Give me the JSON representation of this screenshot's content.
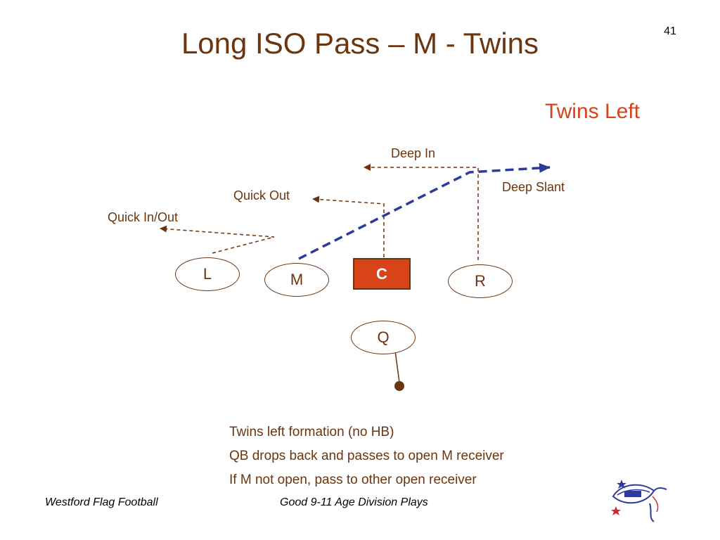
{
  "slide_number": "41",
  "title": "Long ISO Pass – M - Twins",
  "subtitle": "Twins Left",
  "routes": {
    "deep_in": "Deep In",
    "deep_slant": "Deep Slant",
    "quick_out": "Quick Out",
    "quick_in_out": "Quick In/Out"
  },
  "players": {
    "left": "L",
    "middle": "M",
    "center": "C",
    "right": "R",
    "quarterback": "Q"
  },
  "notes": [
    "Twins left formation (no HB)",
    "QB drops back and passes to open M receiver",
    "If M not open, pass to other open receiver"
  ],
  "footer": {
    "left": "Westford Flag Football",
    "center": "Good 9-11 Age Division Plays"
  },
  "colors": {
    "text_brown": "#6b3510",
    "accent_red": "#d8431a",
    "pass_route_blue": "#2e3a9a"
  }
}
